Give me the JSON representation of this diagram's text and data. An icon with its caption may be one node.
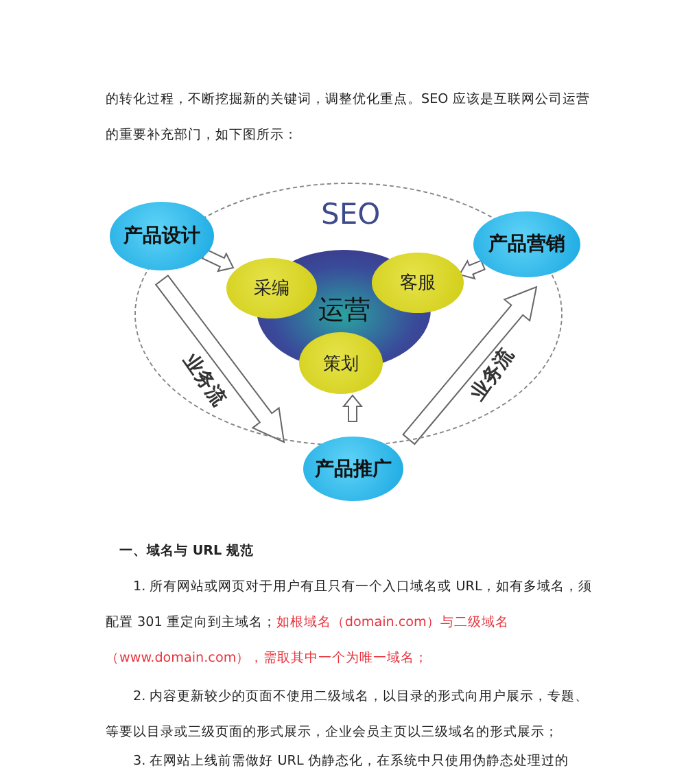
{
  "diagram": {
    "nodes": [
      {
        "text": [
          "SEO"
        ]
      },
      {
        "text": [
          "产品设计"
        ]
      },
      {
        "text": [
          "产品营销"
        ]
      },
      {
        "text": [
          "运营"
        ],
        "in": 0
      },
      {
        "text": [
          "采编"
        ],
        "in": 0
      },
      {
        "text": [
          "客服"
        ],
        "in": 0
      },
      {
        "text": [
          "策划"
        ],
        "in": 0
      },
      {
        "text": [
          "产品推广"
        ]
      }
    ],
    "edges": [
      {
        "from": 1,
        "to": 4,
        "arrow": "to"
      },
      {
        "from": 2,
        "to": 5,
        "arrow": "to"
      },
      {
        "from": 7,
        "to": 6,
        "arrow": "to"
      },
      {
        "from": 1,
        "to": 7,
        "arrow": "to",
        "label": "业务流"
      },
      {
        "from": 7,
        "to": 2,
        "arrow": "to",
        "label": "业务流"
      }
    ],
    "labels": [
      "的转化过程，不断挖掘新的关键词，调整优化重点。SEO 应该是互联网公司运营的重要补充部门，如下图所示：",
      "一、域名与 URL 规范",
      "1. 所有网站或网页对于用户有且只有一个入口域名或 URL，如有多域名，须配置 301 重定向到主域名；",
      "如根域名（domain.com）与二级域名（www.domain.com），需取其中一个为唯一域名；",
      "2. 内容更新较少的页面不使用二级域名，以目录的形式向用户展示，专题、等要以目录或三级页面的形式展示，企业会员主页以三级域名的形式展示；",
      "3. 在网站上线前需做好 URL 伪静态化，在系统中只使用伪静态处理过的"
    ]
  }
}
